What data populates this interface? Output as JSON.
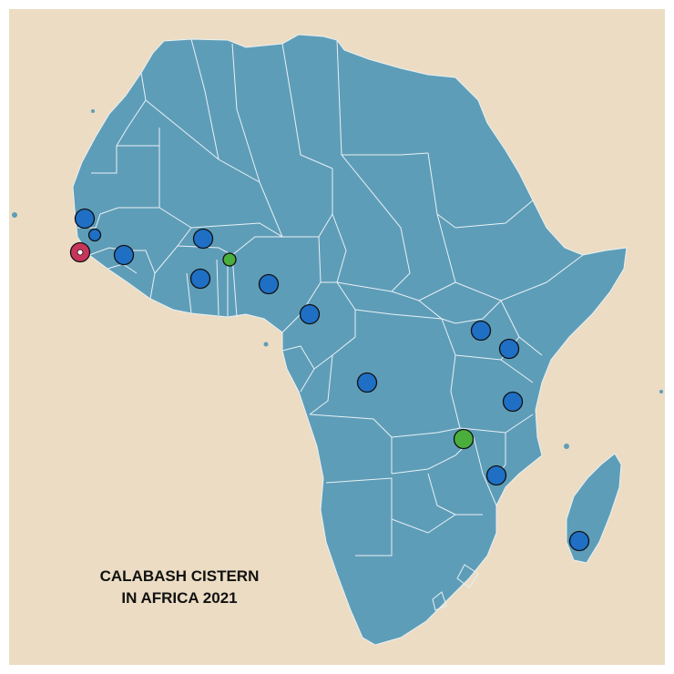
{
  "title": {
    "line1": "CALABASH CISTERN",
    "line2": "IN AFRICA 2021"
  },
  "colors": {
    "background": "#ebdcc3",
    "land": "#5e9db8",
    "border": "#e9f1f5",
    "marker_blue": "#1f6fc4",
    "marker_green": "#4aae3c",
    "marker_red": "#c8355a",
    "marker_outline": "#101010"
  },
  "markers": [
    {
      "label": "senegal",
      "color": "blue",
      "size": "large"
    },
    {
      "label": "guinea-bissau",
      "color": "blue",
      "size": "small"
    },
    {
      "label": "sierra-leone",
      "color": "red",
      "size": "large"
    },
    {
      "label": "guinea",
      "color": "blue",
      "size": "large"
    },
    {
      "label": "burkina-faso",
      "color": "blue",
      "size": "large"
    },
    {
      "label": "ghana",
      "color": "blue",
      "size": "large"
    },
    {
      "label": "benin",
      "color": "green",
      "size": "small"
    },
    {
      "label": "nigeria",
      "color": "blue",
      "size": "large"
    },
    {
      "label": "cameroon",
      "color": "blue",
      "size": "large"
    },
    {
      "label": "dr-congo",
      "color": "blue",
      "size": "large"
    },
    {
      "label": "uganda",
      "color": "blue",
      "size": "large"
    },
    {
      "label": "kenya",
      "color": "blue",
      "size": "large"
    },
    {
      "label": "tanzania",
      "color": "blue",
      "size": "large"
    },
    {
      "label": "zambia-malawi",
      "color": "green",
      "size": "large"
    },
    {
      "label": "mozambique",
      "color": "blue",
      "size": "large"
    },
    {
      "label": "madagascar",
      "color": "blue",
      "size": "large"
    }
  ]
}
